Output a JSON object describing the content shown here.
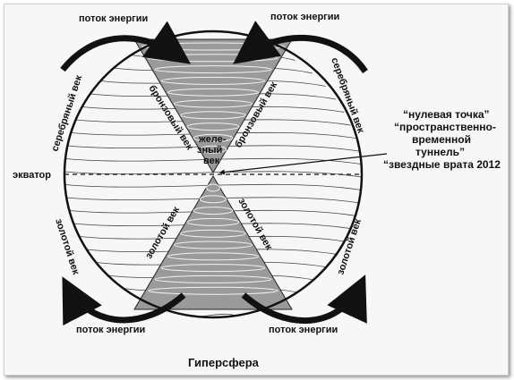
{
  "labels": {
    "energy_flow_top_left": "поток энергии",
    "energy_flow_top_right": "поток энергии",
    "energy_flow_bottom_left": "поток энергии",
    "energy_flow_bottom_right": "поток энергии",
    "silver_age_left": "серебряный век",
    "silver_age_right": "серебряный век",
    "bronze_age_left": "бронзовый век",
    "bronze_age_right": "бронзовый век",
    "iron_age_line1": "желе-",
    "iron_age_line2": "зный",
    "iron_age_line3": "век",
    "golden_age_inner_left": "золотой век",
    "golden_age_inner_right": "золотой век",
    "golden_age_outer_left": "золотой век",
    "golden_age_outer_right": "золотой век",
    "equator": "экватор",
    "zero_point": "“нулевая точка”",
    "spacetime_tunnel_line1": "“пространственно-",
    "spacetime_tunnel_line2": "временной",
    "spacetime_tunnel_line3": "туннель”",
    "star_gate": "“звездные врата 2012",
    "title": "Гиперсфера"
  },
  "colors": {
    "ink": "#111111",
    "cone_fill": "#9a9a9a",
    "background": "#f7f7f7"
  }
}
